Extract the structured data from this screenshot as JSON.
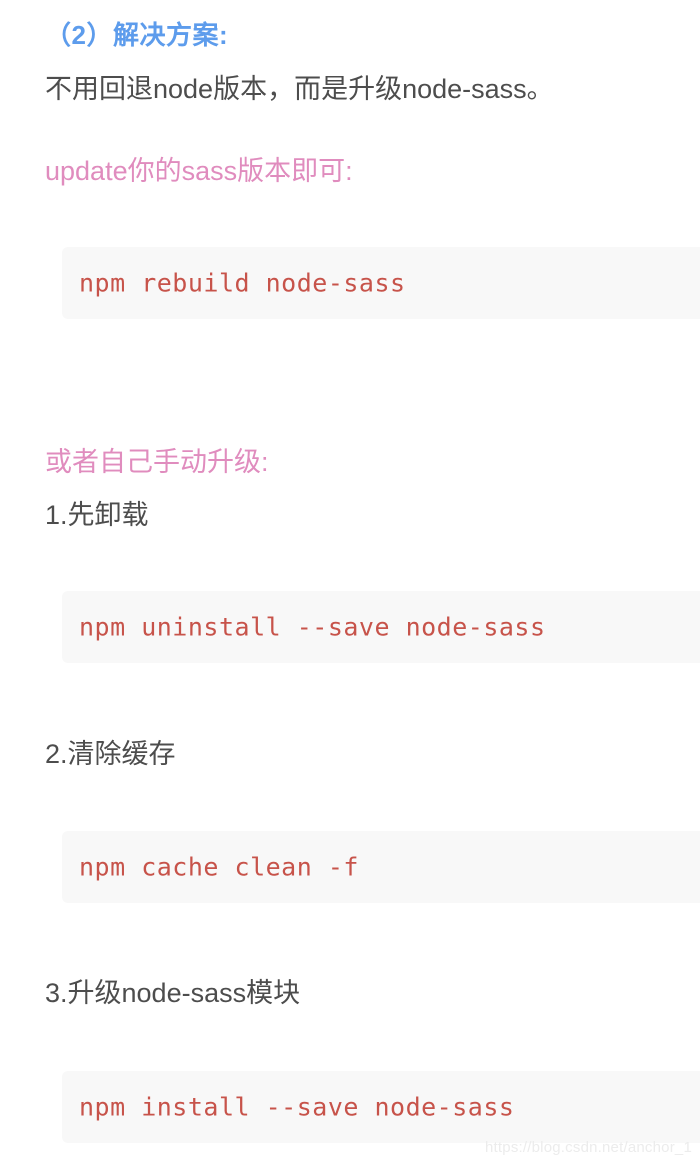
{
  "document": {
    "background_color": "#ffffff",
    "heading": {
      "text": "（2）解决方案:",
      "color": "#5d9cec"
    },
    "body_text_color": "#4d4d4d",
    "accent_pink": "#e08cbe",
    "code_text_color": "#c7534a",
    "code_background": "#f8f8f8",
    "blocks": [
      {
        "id": "para-1",
        "kind": "paragraph",
        "text": "不用回退node版本，而是升级node-sass。"
      },
      {
        "id": "para-pink-1",
        "kind": "paragraph-accent",
        "text": "update你的sass版本即可:"
      },
      {
        "id": "code-1",
        "kind": "code",
        "text": "npm rebuild node-sass"
      },
      {
        "id": "para-pink-2",
        "kind": "paragraph-accent",
        "text": "或者自己手动升级:"
      },
      {
        "id": "para-2",
        "kind": "paragraph",
        "text": "1.先卸载"
      },
      {
        "id": "code-2",
        "kind": "code",
        "text": "npm uninstall --save node-sass"
      },
      {
        "id": "para-3",
        "kind": "paragraph",
        "text": "2.清除缓存"
      },
      {
        "id": "code-3",
        "kind": "code",
        "text": "npm cache clean -f"
      },
      {
        "id": "para-4",
        "kind": "paragraph",
        "text": "3.升级node-sass模块"
      },
      {
        "id": "code-4",
        "kind": "code",
        "text": "npm install --save node-sass"
      }
    ],
    "watermark": {
      "text": "https://blog.csdn.net/anchor_1",
      "color": "#ececec"
    }
  }
}
